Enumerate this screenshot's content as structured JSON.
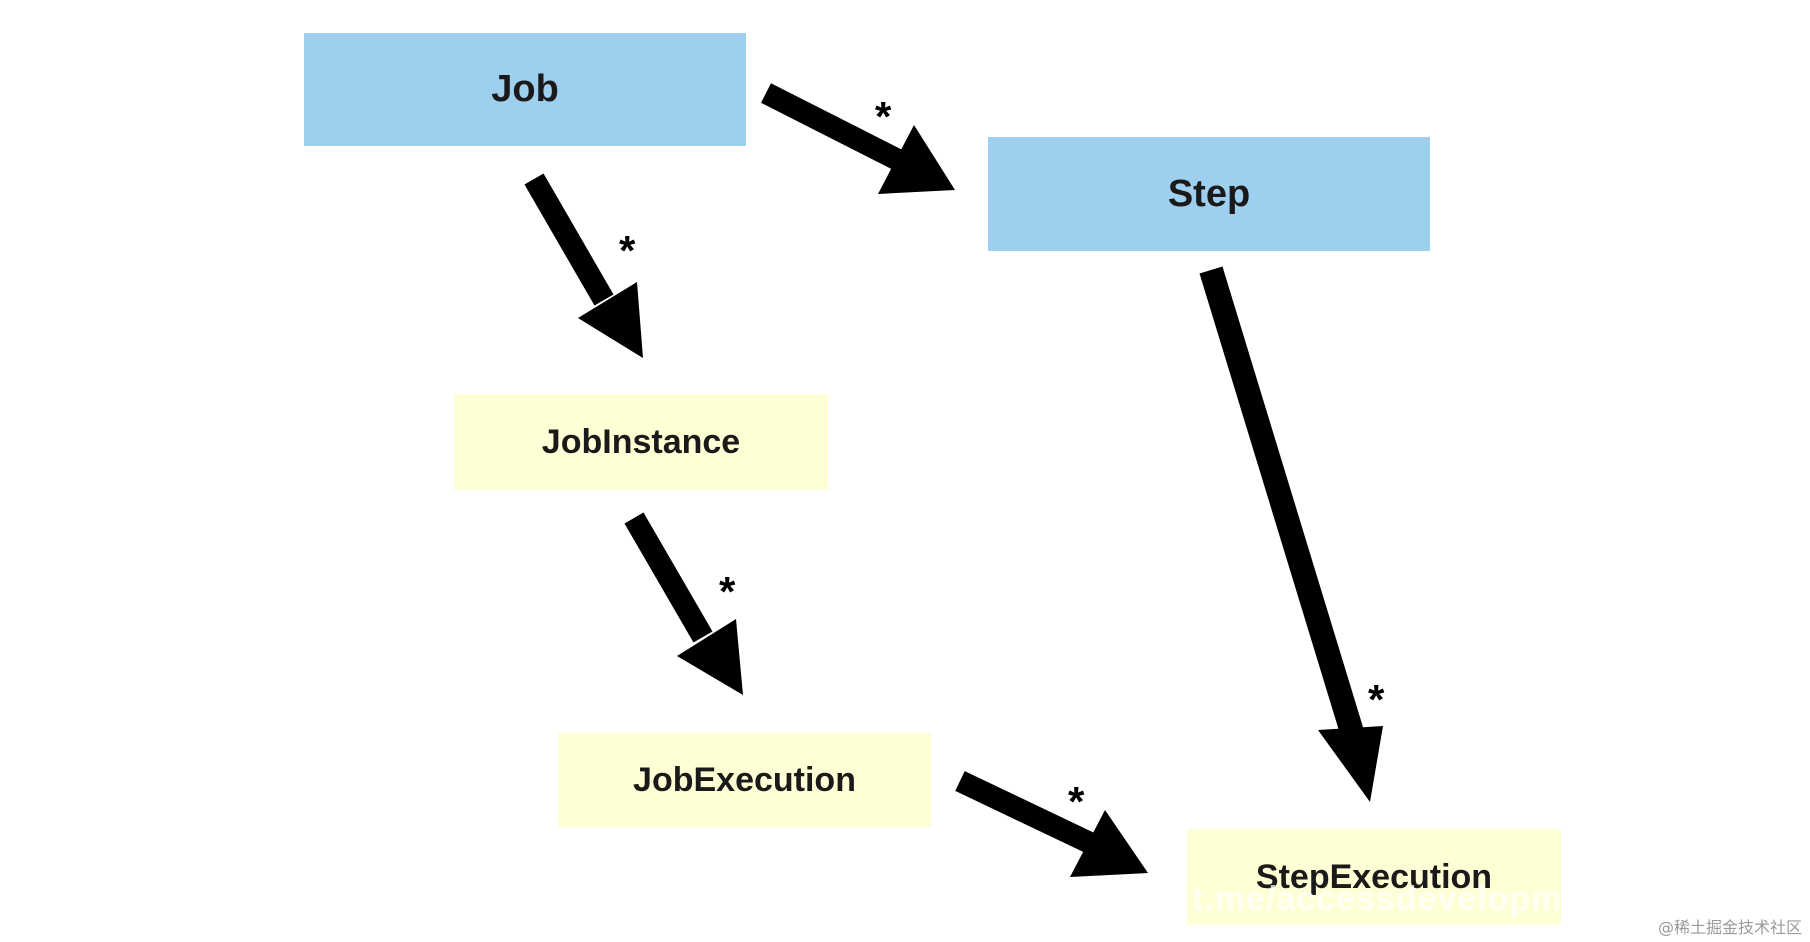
{
  "nodes": {
    "job": "Job",
    "step": "Step",
    "job_instance": "JobInstance",
    "job_execution": "JobExecution",
    "step_execution": "StepExecution"
  },
  "multiplicities": {
    "job_to_step": "*",
    "job_to_job_instance": "*",
    "job_instance_to_job_execution": "*",
    "step_to_step_execution": "*",
    "job_execution_to_step_execution": "*"
  },
  "edges": [
    {
      "from": "Job",
      "to": "Step",
      "label": "*"
    },
    {
      "from": "Job",
      "to": "JobInstance",
      "label": "*"
    },
    {
      "from": "JobInstance",
      "to": "JobExecution",
      "label": "*"
    },
    {
      "from": "Step",
      "to": "StepExecution",
      "label": "*"
    },
    {
      "from": "JobExecution",
      "to": "StepExecution",
      "label": "*"
    }
  ],
  "colors": {
    "blue_node": "#9fcfee",
    "yellow_node": "#ffffd6",
    "arrow": "#000000"
  },
  "watermark": "@稀土掘金技术社区",
  "overlay_text": "t.me/accessdevelopment"
}
